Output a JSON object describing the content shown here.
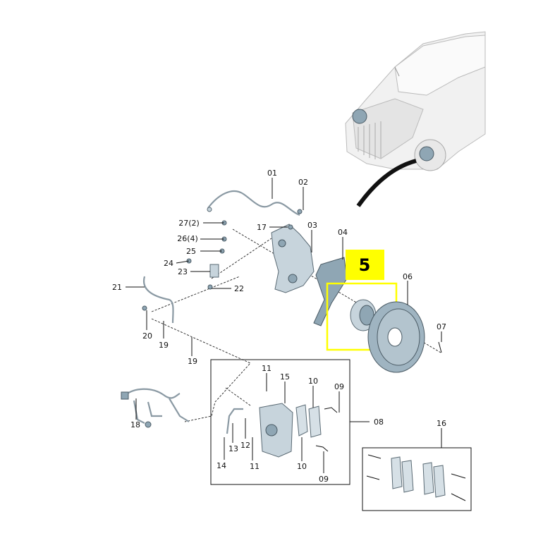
{
  "highlight": {
    "number": "5",
    "color": "#ffff00"
  },
  "labels": {
    "p01": "01",
    "p02": "02",
    "p03": "03",
    "p04": "04",
    "p06": "06",
    "p07": "07",
    "p08": "08",
    "p09a": "09",
    "p09b": "09",
    "p10a": "10",
    "p10b": "10",
    "p11a": "11",
    "p11b": "11",
    "p12": "12",
    "p13": "13",
    "p14": "14",
    "p15": "15",
    "p16": "16",
    "p17": "17",
    "p18": "18",
    "p19a": "19",
    "p19b": "19",
    "p20": "20",
    "p21": "21",
    "p22": "22",
    "p23": "23",
    "p24": "24",
    "p25": "25",
    "p26": "26(4)",
    "p27": "27(2)"
  },
  "colors": {
    "part_fill": "#c7d4dc",
    "disc_fill": "#9fb4c1",
    "outline": "#5a6a74"
  }
}
